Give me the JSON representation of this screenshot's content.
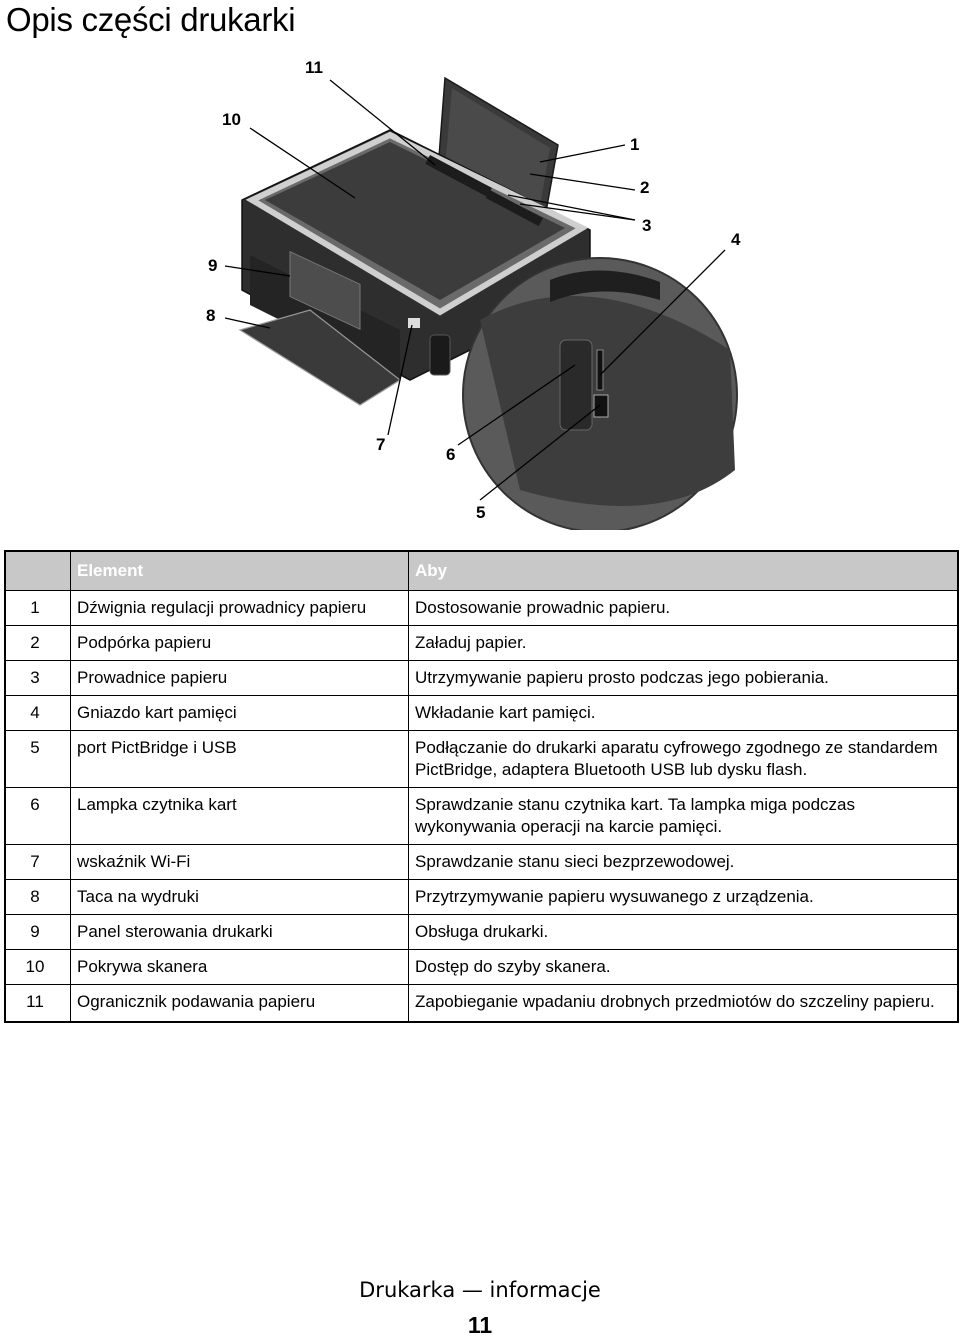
{
  "page": {
    "title": "Opis części drukarki",
    "footer_title": "Drukarka — informacje",
    "page_number": "11"
  },
  "figure": {
    "callouts": [
      "11",
      "10",
      "1",
      "2",
      "3",
      "4",
      "9",
      "8",
      "7",
      "6",
      "5"
    ]
  },
  "table": {
    "headers": [
      "",
      "Element",
      "Aby"
    ],
    "rows": [
      {
        "num": "1",
        "element": "Dźwignia regulacji prowadnicy papieru",
        "aby": "Dostosowanie prowadnic papieru."
      },
      {
        "num": "2",
        "element": "Podpórka papieru",
        "aby": "Załaduj papier."
      },
      {
        "num": "3",
        "element": "Prowadnice papieru",
        "aby": "Utrzymywanie papieru prosto podczas jego pobierania."
      },
      {
        "num": "4",
        "element": "Gniazdo kart pamięci",
        "aby": "Wkładanie kart pamięci."
      },
      {
        "num": "5",
        "element": "port PictBridge i USB",
        "aby": "Podłączanie do drukarki aparatu cyfrowego zgodnego ze standardem PictBridge, adaptera Bluetooth USB lub dysku flash."
      },
      {
        "num": "6",
        "element": "Lampka czytnika kart",
        "aby": "Sprawdzanie stanu czytnika kart. Ta lampka miga podczas wykonywania operacji na karcie pamięci."
      },
      {
        "num": "7",
        "element": "wskaźnik Wi-Fi",
        "aby": "Sprawdzanie stanu sieci bezprzewodowej."
      },
      {
        "num": "8",
        "element": "Taca na wydruki",
        "aby": "Przytrzymywanie papieru wysuwanego z urządzenia."
      },
      {
        "num": "9",
        "element": "Panel sterowania drukarki",
        "aby": "Obsługa drukarki."
      },
      {
        "num": "10",
        "element": "Pokrywa skanera",
        "aby": "Dostęp do szyby skanera."
      },
      {
        "num": "11",
        "element": "Ogranicznik podawania papieru",
        "aby": "Zapobieganie wpadaniu drobnych przedmiotów do szczeliny papieru."
      }
    ]
  }
}
